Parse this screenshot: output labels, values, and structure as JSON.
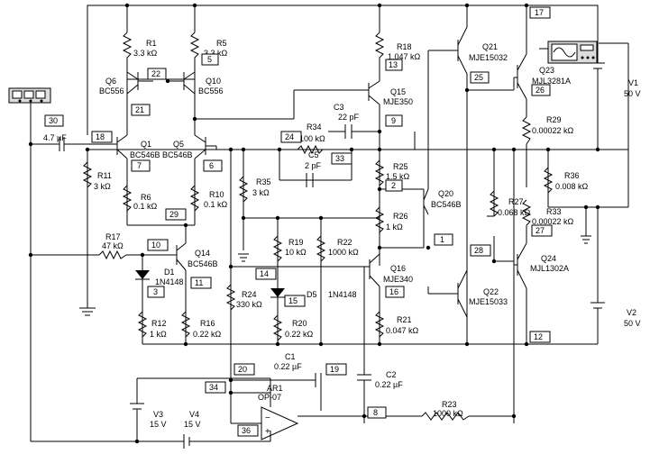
{
  "components": {
    "R1": {
      "name": "R1",
      "value": "3.3 kΩ"
    },
    "R5": {
      "name": "R5",
      "value": "3.3 kΩ"
    },
    "R18": {
      "name": "R18",
      "value": "1.047 kΩ"
    },
    "Q6": {
      "name": "Q6",
      "part": "BC556"
    },
    "Q10": {
      "name": "Q10",
      "part": "BC556"
    },
    "Q15": {
      "name": "Q15",
      "part": "MJE350"
    },
    "Q21": {
      "name": "Q21",
      "part": "MJE15032"
    },
    "Q23": {
      "name": "Q23",
      "part": "MJL3281A"
    },
    "C3": {
      "name": "C3",
      "value": "22 pF"
    },
    "V1": {
      "name": "V1",
      "value": "50 V"
    },
    "V2": {
      "name": "V2",
      "value": "50 V"
    },
    "V3": {
      "name": "V3",
      "value": "15 V"
    },
    "V4": {
      "name": "V4",
      "value": "15 V"
    },
    "C_in": {
      "value": "4.7 µF"
    },
    "Q1": {
      "name": "Q1",
      "part": "BC546B"
    },
    "Q5": {
      "name": "Q5",
      "part": "BC546B"
    },
    "R34": {
      "name": "R34",
      "value": "100 kΩ"
    },
    "C5": {
      "name": "C5",
      "value": "2 pF"
    },
    "R29": {
      "name": "R29",
      "value": "0.00022 kΩ"
    },
    "R11": {
      "name": "R11",
      "value": "3 kΩ"
    },
    "R6": {
      "name": "R6",
      "value": "0.1 kΩ"
    },
    "R10": {
      "name": "R10",
      "value": "0.1 kΩ"
    },
    "R35": {
      "name": "R35",
      "value": "3 kΩ"
    },
    "R25": {
      "name": "R25",
      "value": "1.5 kΩ"
    },
    "R36": {
      "name": "R36",
      "value": "0.008 kΩ"
    },
    "Q20": {
      "name": "Q20",
      "part": "BC546B"
    },
    "R27": {
      "name": "R27",
      "value": "0.068 kΩ"
    },
    "R33": {
      "name": "R33",
      "value": "0.00022 kΩ"
    },
    "R26": {
      "name": "R26",
      "value": "1 kΩ"
    },
    "R17": {
      "name": "R17",
      "value": "47 kΩ"
    },
    "R19": {
      "name": "R19",
      "value": "10 kΩ"
    },
    "R22": {
      "name": "R22",
      "value": "1000 kΩ"
    },
    "Q14": {
      "name": "Q14",
      "part": "BC546B"
    },
    "D1": {
      "name": "D1",
      "part": "1N4148"
    },
    "Q16": {
      "name": "Q16",
      "part": "MJE340"
    },
    "Q24": {
      "name": "Q24",
      "part": "MJL1302A"
    },
    "R24": {
      "name": "R24",
      "value": "330 kΩ"
    },
    "D5": {
      "name": "D5",
      "part": "1N4148"
    },
    "Q22": {
      "name": "Q22",
      "part": "MJE15033"
    },
    "R12": {
      "name": "R12",
      "value": "1 kΩ"
    },
    "R16": {
      "name": "R16",
      "value": "0.22 kΩ"
    },
    "R20": {
      "name": "R20",
      "value": "0.22 kΩ"
    },
    "R21": {
      "name": "R21",
      "value": "0.047 kΩ"
    },
    "C1": {
      "name": "C1",
      "value": "0.22 µF"
    },
    "C2": {
      "name": "C2",
      "value": "0.22 µF"
    },
    "AR1": {
      "name": "AR1",
      "part": "OP-07"
    },
    "R23": {
      "name": "R23",
      "value": "1000 kΩ"
    }
  },
  "nets": [
    "17",
    "22",
    "5",
    "13",
    "25",
    "26",
    "21",
    "9",
    "18",
    "7",
    "6",
    "24",
    "33",
    "30",
    "2",
    "29",
    "20",
    "10",
    "1",
    "14",
    "15",
    "11",
    "3",
    "16",
    "28",
    "27",
    "12",
    "34",
    "19",
    "8",
    "36"
  ]
}
